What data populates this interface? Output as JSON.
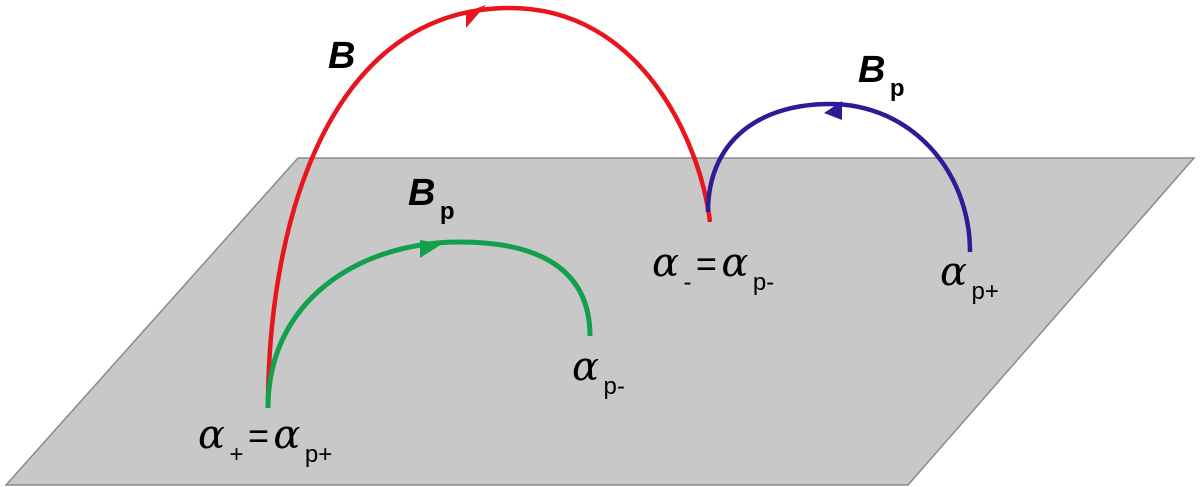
{
  "colors": {
    "plane_fill": "#c8c8c8",
    "plane_stroke": "#8a8a8a",
    "field_B": "#e8141e",
    "field_Bp_left": "#12a04c",
    "field_Bp_right": "#2e1b96"
  },
  "labels": {
    "B_main": {
      "symbol": "B"
    },
    "Bp_left": {
      "symbol": "B",
      "sub": "p"
    },
    "Bp_right": {
      "symbol": "B",
      "sub": "p"
    },
    "alpha_plus_eq": {
      "lhs": "α",
      "lhs_sub": "+",
      "eq": "=",
      "rhs": "α",
      "rhs_sub": "p+"
    },
    "alpha_minus_eq": {
      "lhs": "α",
      "lhs_sub": "-",
      "eq": "=",
      "rhs": "α",
      "rhs_sub": "p-"
    },
    "alpha_p_minus": {
      "sym": "α",
      "sub": "p-"
    },
    "alpha_p_plus": {
      "sym": "α",
      "sub": "p+"
    }
  }
}
